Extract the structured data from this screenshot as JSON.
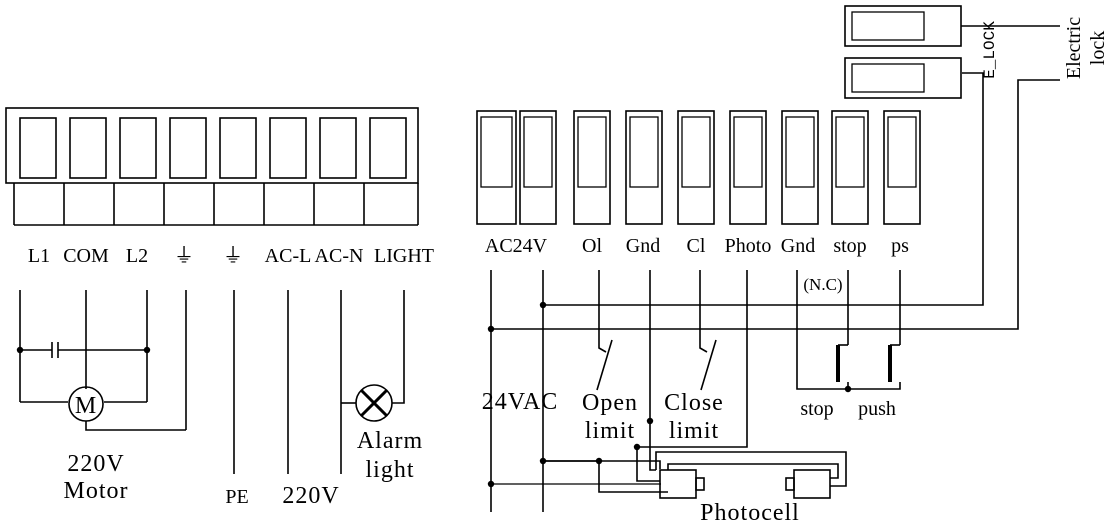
{
  "power_terminals": [
    "L1",
    "COM",
    "L2",
    "⏚",
    "⏚",
    "AC-L",
    "AC-N",
    "LIGHT"
  ],
  "control_terminals": [
    "AC24V",
    "Ol",
    "Gnd",
    "Cl",
    "Photo",
    "Gnd",
    "stop",
    "ps"
  ],
  "labels": {
    "nc": "(N.C)",
    "motor_voltage": "220V",
    "motor": "Motor",
    "motor_symbol": "M",
    "pe": "PE",
    "supply": "220V",
    "alarm": "Alarm",
    "alarm_light": "light",
    "vac": "24VAC",
    "open": "Open",
    "open_limit": "limit",
    "close": "Close",
    "close_limit": "limit",
    "photocell": "Photocell",
    "stop_btn": "stop",
    "push_btn": "push",
    "elock": "E_LOCK",
    "electric": "Electric",
    "lock": "lock"
  }
}
